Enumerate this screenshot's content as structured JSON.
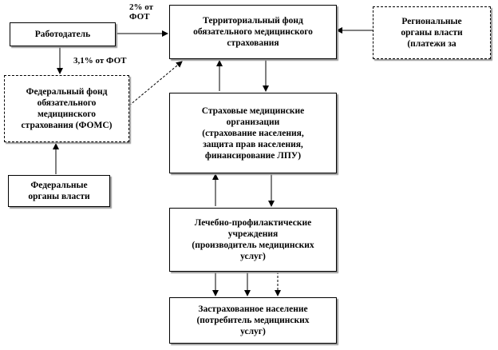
{
  "nodes": {
    "employer": "Работодатель",
    "tfoms": "Территориальный фонд\nобязательного медицинского\nстрахования",
    "regional": "Региональные\nорганы власти\n(платежи за",
    "ffoms": "Федеральный фонд\nобязательного\nмедицинского\nстрахования (ФОМС)",
    "insurers": "Страховые медицинские\nорганизации\n(страхование населения,\nзащита прав населения,\nфинансирование  ЛПУ)",
    "federal": "Федеральные\nорганы власти",
    "lpu": "Лечебно-профилактические\nучреждения\n(производитель медицинских\nуслуг)",
    "population": "Застрахованное население\n(потребитель медицинских\nуслуг)"
  },
  "labels": {
    "to_tfoms": "2% от\nФОТ",
    "to_ffoms": "3,1% от ФОТ"
  }
}
